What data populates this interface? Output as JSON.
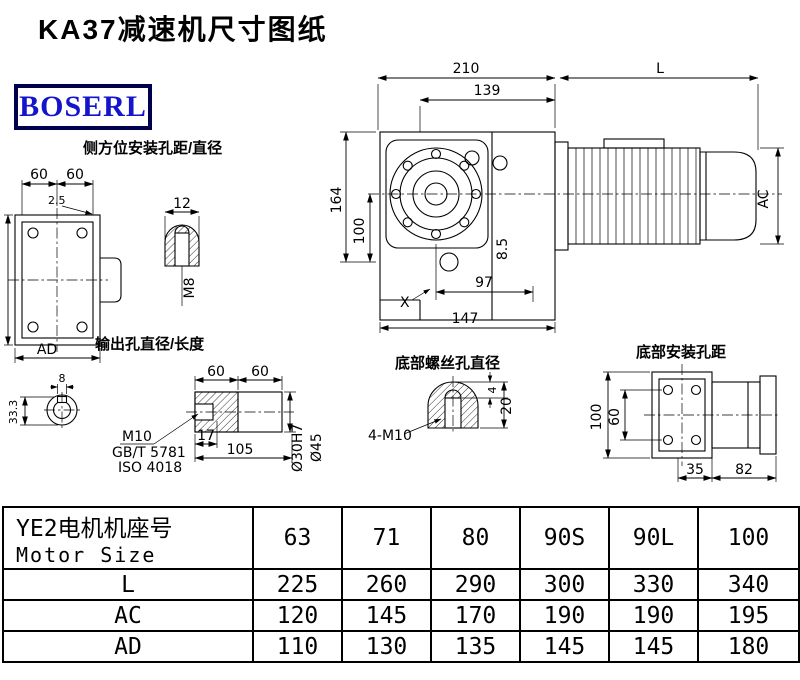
{
  "title": "KA37减速机尺寸图纸",
  "logo": "BOSERL",
  "colors": {
    "annotation": "#ff0000",
    "logo_text": "#1414cc",
    "logo_border": "#00004f"
  },
  "labels": {
    "side_mount": "侧方位安装孔距/直径",
    "output_hole": "输出孔直径/长度",
    "bottom_screw": "底部螺丝孔直径",
    "bottom_mount": "底部安装孔距"
  },
  "main_view": {
    "w210": "210",
    "w139": "139",
    "L": "L",
    "h164": "164",
    "h100": "100",
    "AC": "AC",
    "r85": "8.5",
    "w97": "97",
    "w147": "147",
    "X": "X"
  },
  "side_view": {
    "w60a": "60",
    "w60b": "60",
    "t25": "2.5",
    "AD": "AD"
  },
  "side_hole": {
    "d12": "12",
    "m8": "M8"
  },
  "shaft_end": {
    "w8": "8",
    "h333": "33.3"
  },
  "shaft_side": {
    "w60a": "60",
    "w60b": "60",
    "w17": "17",
    "w105": "105",
    "d30": "Ø30H7",
    "d45": "Ø45",
    "m10": "M10",
    "gb": "GB/T 5781",
    "iso": "ISO 4018"
  },
  "screw_hole": {
    "label": "4-M10",
    "h4": "4",
    "h20": "20"
  },
  "bottom_view": {
    "h100": "100",
    "h60": "60",
    "w35": "35",
    "w82": "82"
  },
  "table": {
    "header_cn": "YE2电机机座号",
    "header_en": "Motor Size",
    "sizes": [
      "63",
      "71",
      "80",
      "90S",
      "90L",
      "100"
    ],
    "rows": [
      {
        "label": "L",
        "values": [
          "225",
          "260",
          "290",
          "300",
          "330",
          "340"
        ]
      },
      {
        "label": "AC",
        "values": [
          "120",
          "145",
          "170",
          "190",
          "190",
          "195"
        ]
      },
      {
        "label": "AD",
        "values": [
          "110",
          "130",
          "135",
          "145",
          "145",
          "180"
        ]
      }
    ]
  }
}
